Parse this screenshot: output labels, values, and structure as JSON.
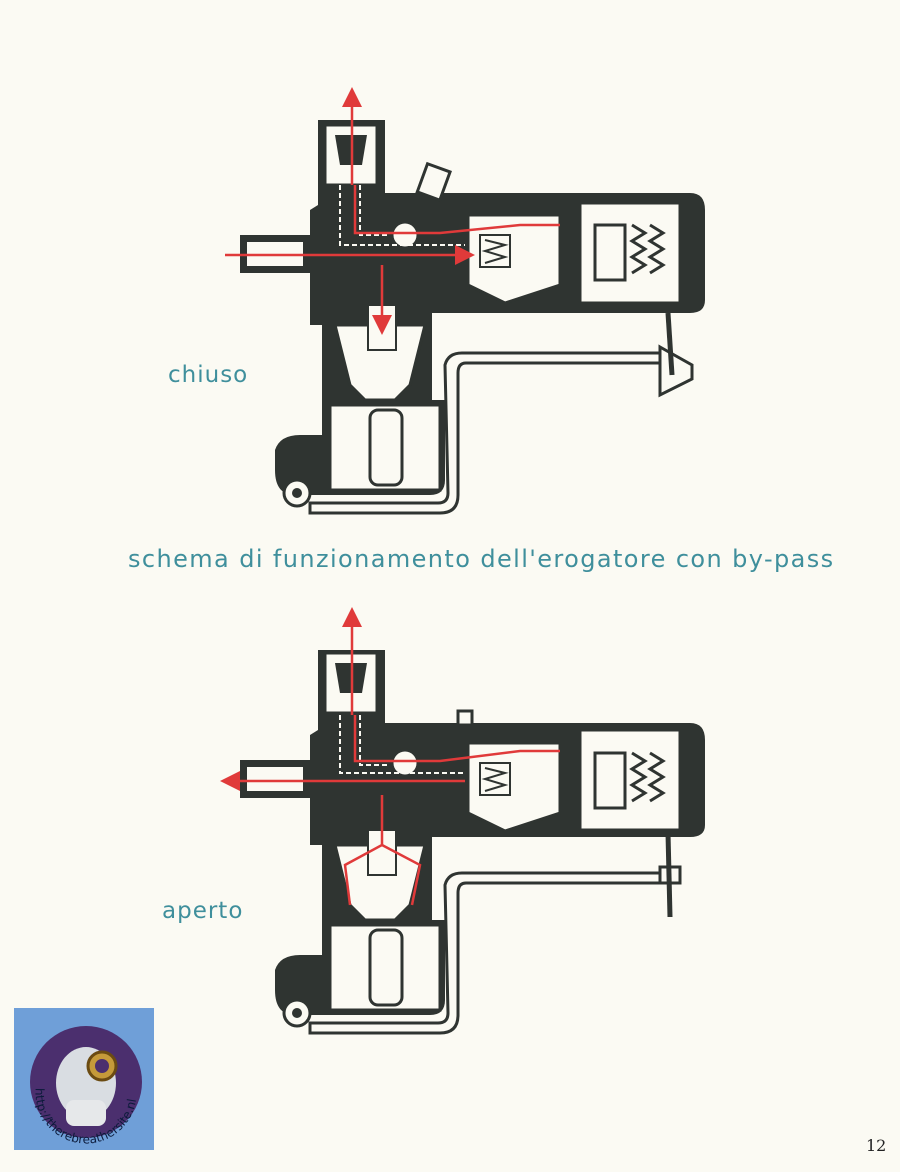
{
  "caption": "schema di funzionamento dell'erogatore con by-pass",
  "diagrams": [
    {
      "state_label": "chiuso"
    },
    {
      "state_label": "aperto"
    }
  ],
  "page_number": "12",
  "watermark": {
    "url_text": "http://therebreathersite.nl"
  },
  "colors": {
    "label": "#3f8f9c",
    "body": "#2f3431",
    "flow": "#e03a3a",
    "paper": "#fbfaf3"
  }
}
